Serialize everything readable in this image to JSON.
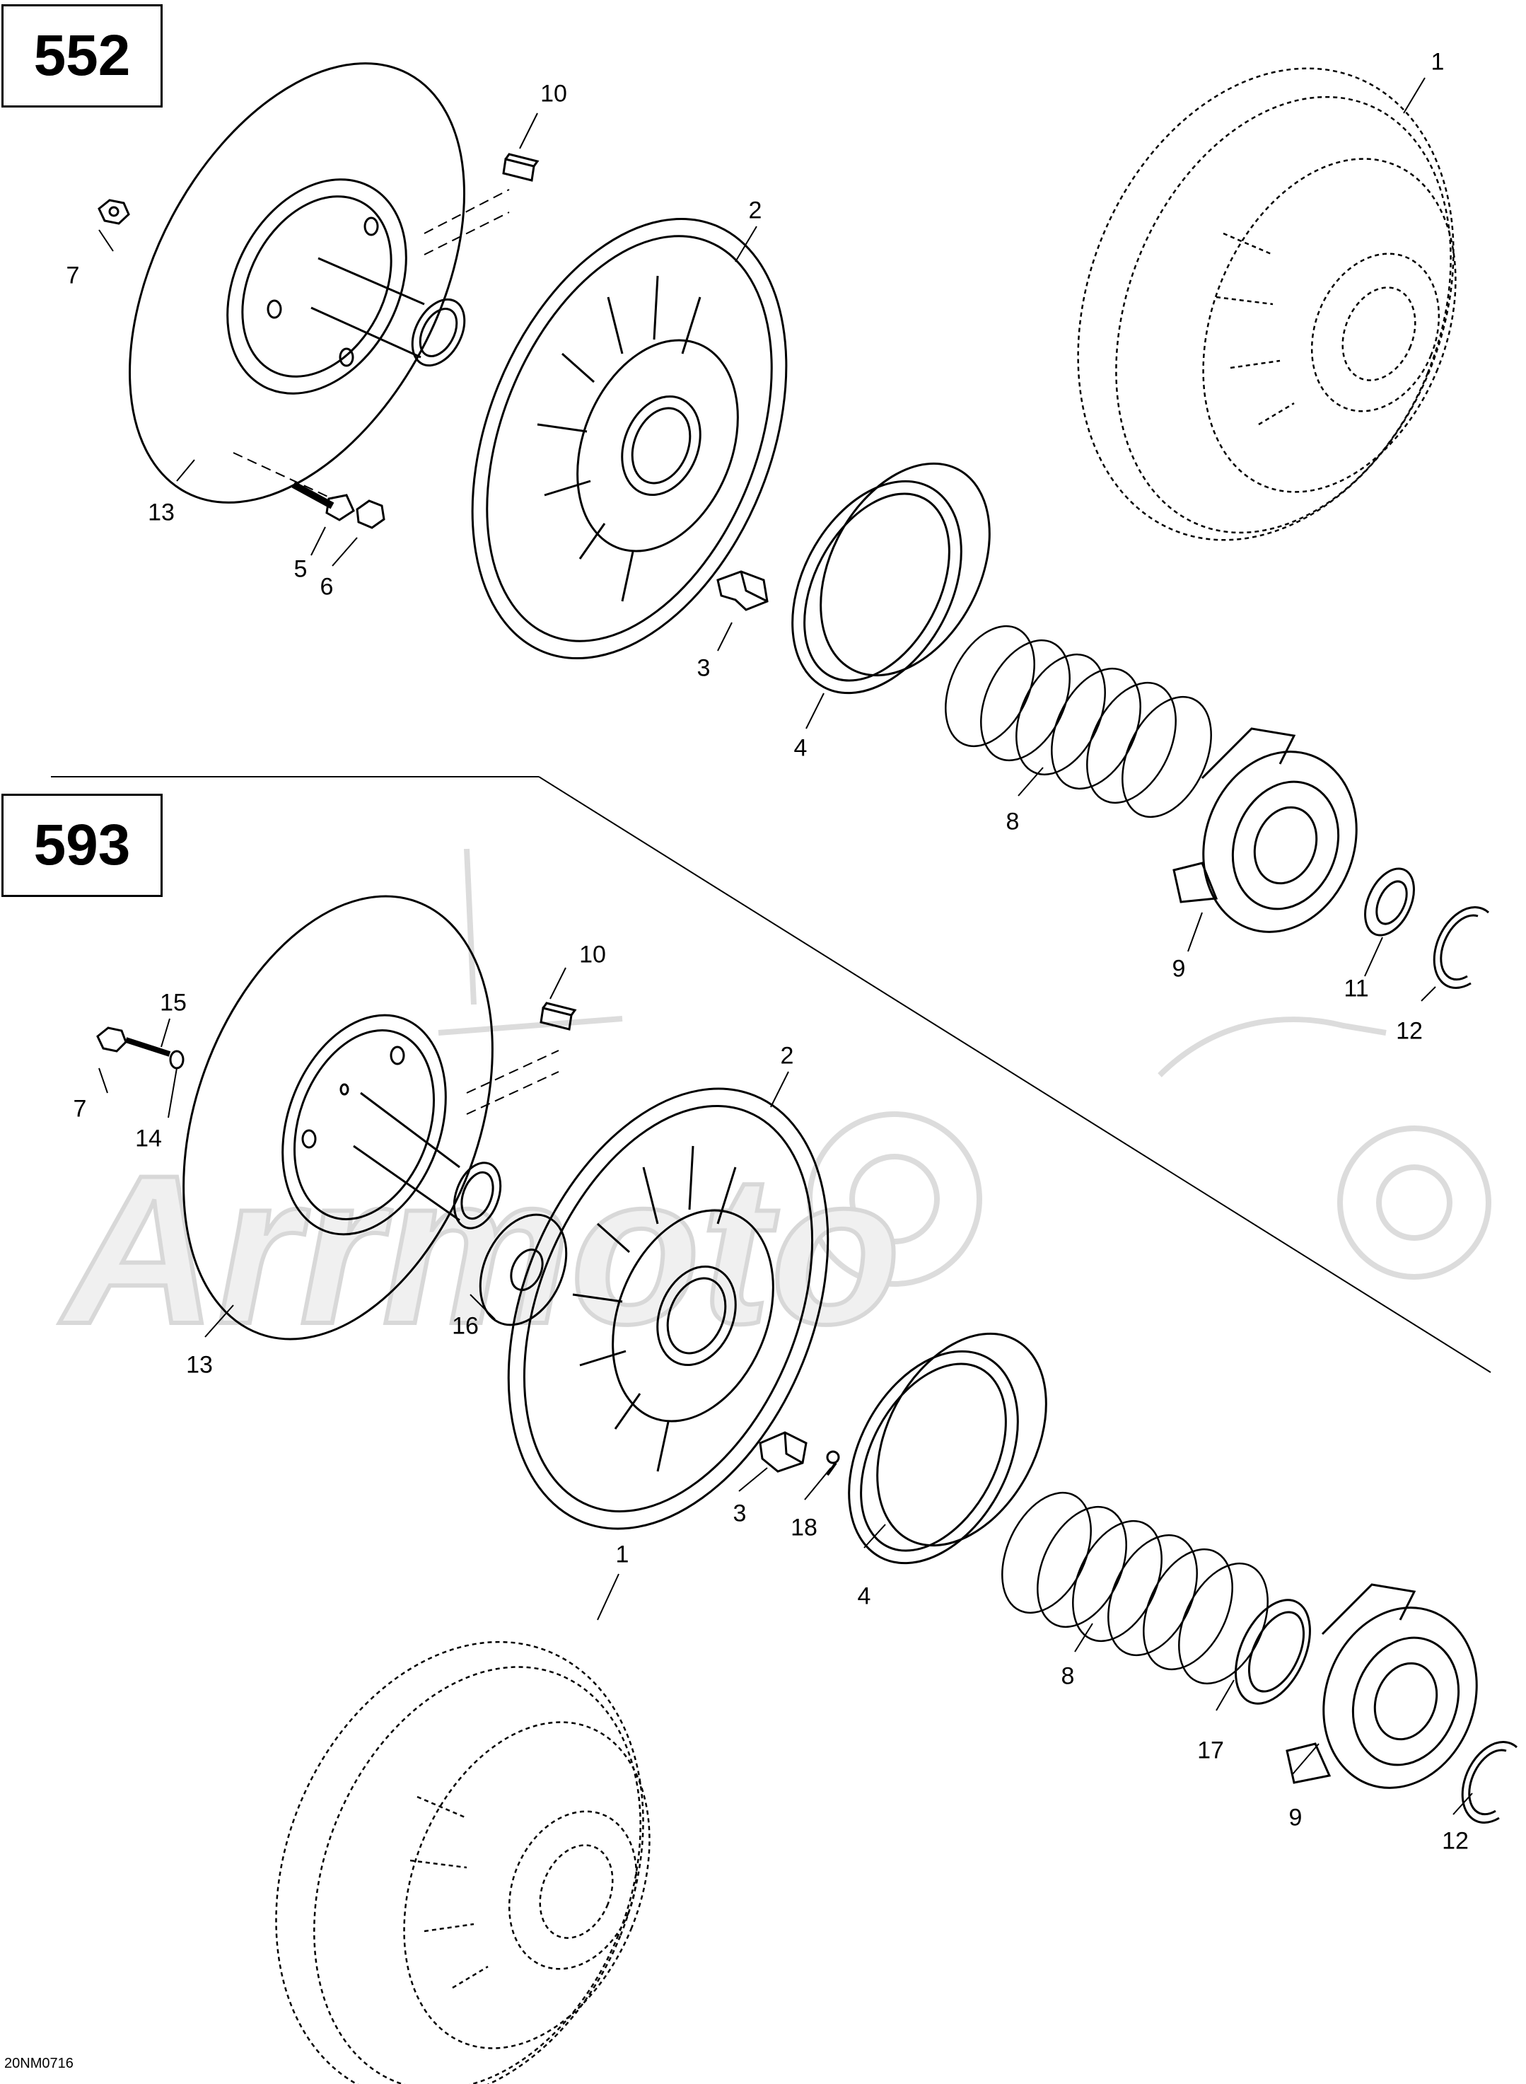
{
  "sections": [
    {
      "id": "552",
      "label": "552"
    },
    {
      "id": "593",
      "label": "593"
    }
  ],
  "callouts_552": {
    "c1": "1",
    "c2": "2",
    "c3": "3",
    "c4": "4",
    "c5": "5",
    "c6": "6",
    "c7": "7",
    "c8": "8",
    "c9": "9",
    "c10": "10",
    "c11": "11",
    "c12": "12",
    "c13": "13"
  },
  "callouts_593": {
    "c1": "1",
    "c2": "2",
    "c3": "3",
    "c4": "4",
    "c7": "7",
    "c8": "8",
    "c9": "9",
    "c10": "10",
    "c12": "12",
    "c13": "13",
    "c14": "14",
    "c15": "15",
    "c16": "16",
    "c17": "17",
    "c18": "18"
  },
  "watermark": "Arrmoto",
  "footer_code": "20NM0716"
}
